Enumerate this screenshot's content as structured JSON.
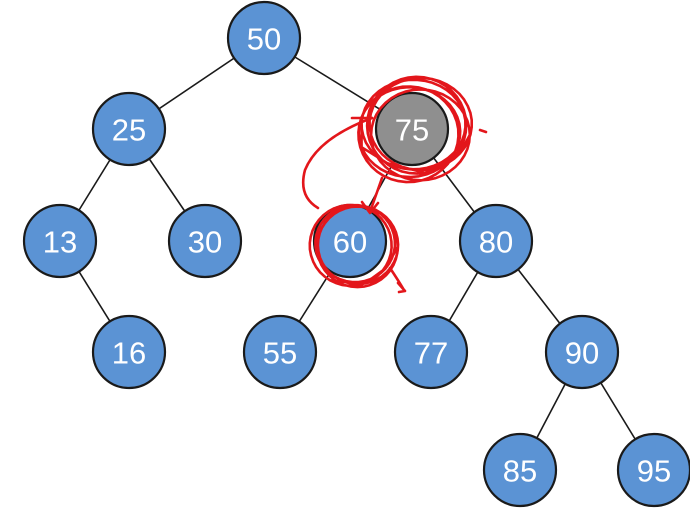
{
  "colors": {
    "node_fill": "#5b93d4",
    "highlight_fill": "#8f8f8f",
    "edge": "#1a1a1a",
    "annotation": "#e3161b",
    "label": "#ffffff"
  },
  "tree": {
    "nodes": [
      {
        "id": "n50",
        "label": "50",
        "highlighted": false
      },
      {
        "id": "n25",
        "label": "25",
        "highlighted": false
      },
      {
        "id": "n75",
        "label": "75",
        "highlighted": true
      },
      {
        "id": "n13",
        "label": "13",
        "highlighted": false
      },
      {
        "id": "n30",
        "label": "30",
        "highlighted": false
      },
      {
        "id": "n60",
        "label": "60",
        "highlighted": false
      },
      {
        "id": "n80",
        "label": "80",
        "highlighted": false
      },
      {
        "id": "n16",
        "label": "16",
        "highlighted": false
      },
      {
        "id": "n55",
        "label": "55",
        "highlighted": false
      },
      {
        "id": "n77",
        "label": "77",
        "highlighted": false
      },
      {
        "id": "n90",
        "label": "90",
        "highlighted": false
      },
      {
        "id": "n85",
        "label": "85",
        "highlighted": false
      },
      {
        "id": "n95",
        "label": "95",
        "highlighted": false
      }
    ],
    "edges": [
      {
        "from": "n50",
        "to": "n25"
      },
      {
        "from": "n50",
        "to": "n75"
      },
      {
        "from": "n25",
        "to": "n13"
      },
      {
        "from": "n25",
        "to": "n30"
      },
      {
        "from": "n13",
        "to": "n16"
      },
      {
        "from": "n75",
        "to": "n60"
      },
      {
        "from": "n75",
        "to": "n80"
      },
      {
        "from": "n60",
        "to": "n55"
      },
      {
        "from": "n80",
        "to": "n77"
      },
      {
        "from": "n80",
        "to": "n90"
      },
      {
        "from": "n90",
        "to": "n85"
      },
      {
        "from": "n90",
        "to": "n95"
      }
    ]
  },
  "annotations": [
    {
      "id": "circle-around-75",
      "target": "n75"
    },
    {
      "id": "circle-around-60",
      "target": "n60"
    },
    {
      "id": "arrow-75-to-60",
      "from": "n75",
      "to": "n60"
    }
  ]
}
